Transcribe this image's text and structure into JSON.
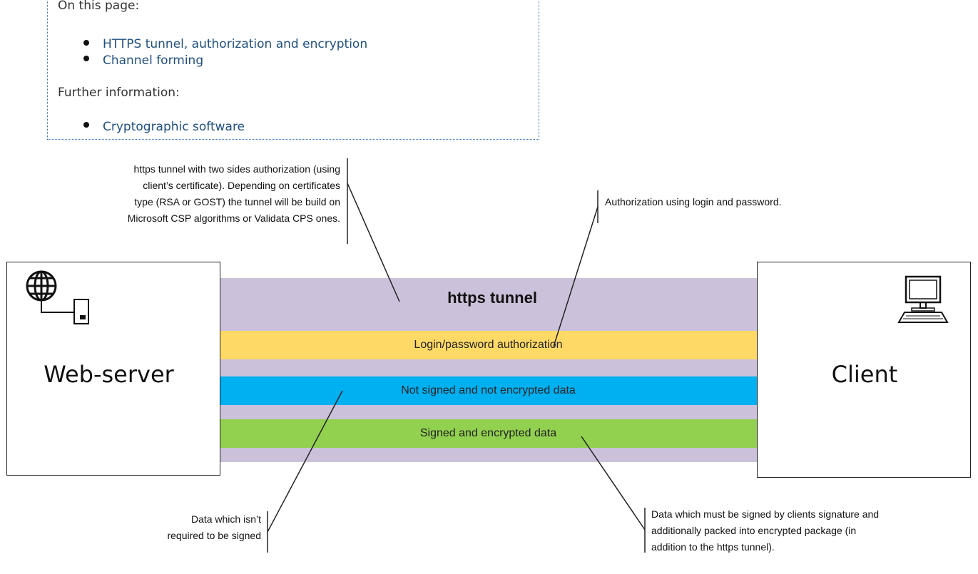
{
  "toc": {
    "on_this_page": "On this page:",
    "links": [
      "HTTPS tunnel, authorization and encryption",
      "Channel forming"
    ],
    "further_information": "Further information:",
    "further_links": [
      "Cryptographic software"
    ]
  },
  "diagram": {
    "callout_https": [
      "https tunnel with two sides authorization (using",
      "client’s certificate). Depending on certificates",
      "type (RSA or GOST) the tunnel will be build on",
      "Microsoft CSP algorithms or Validata CPS ones."
    ],
    "callout_login": "Authorization using login and password.",
    "webserver_label": "Web-server",
    "client_label": "Client",
    "tunnel_label": "https tunnel",
    "band_login": "Login/password authorization",
    "band_unsigned": "Not signed and not encrypted data",
    "band_signed": "Signed and encrypted data",
    "callout_unsigned": [
      "Data which isn’t",
      "required to be signed"
    ],
    "callout_signed": [
      "Data which must be signed by clients signature and",
      "additionally packed into encrypted package (in",
      "addition to the https tunnel)."
    ],
    "colors": {
      "tunnel": "#ccc1da",
      "band_login": "#ffd966",
      "band_unsigned": "#00b0f0",
      "band_signed": "#92d050",
      "link": "#205081"
    }
  }
}
